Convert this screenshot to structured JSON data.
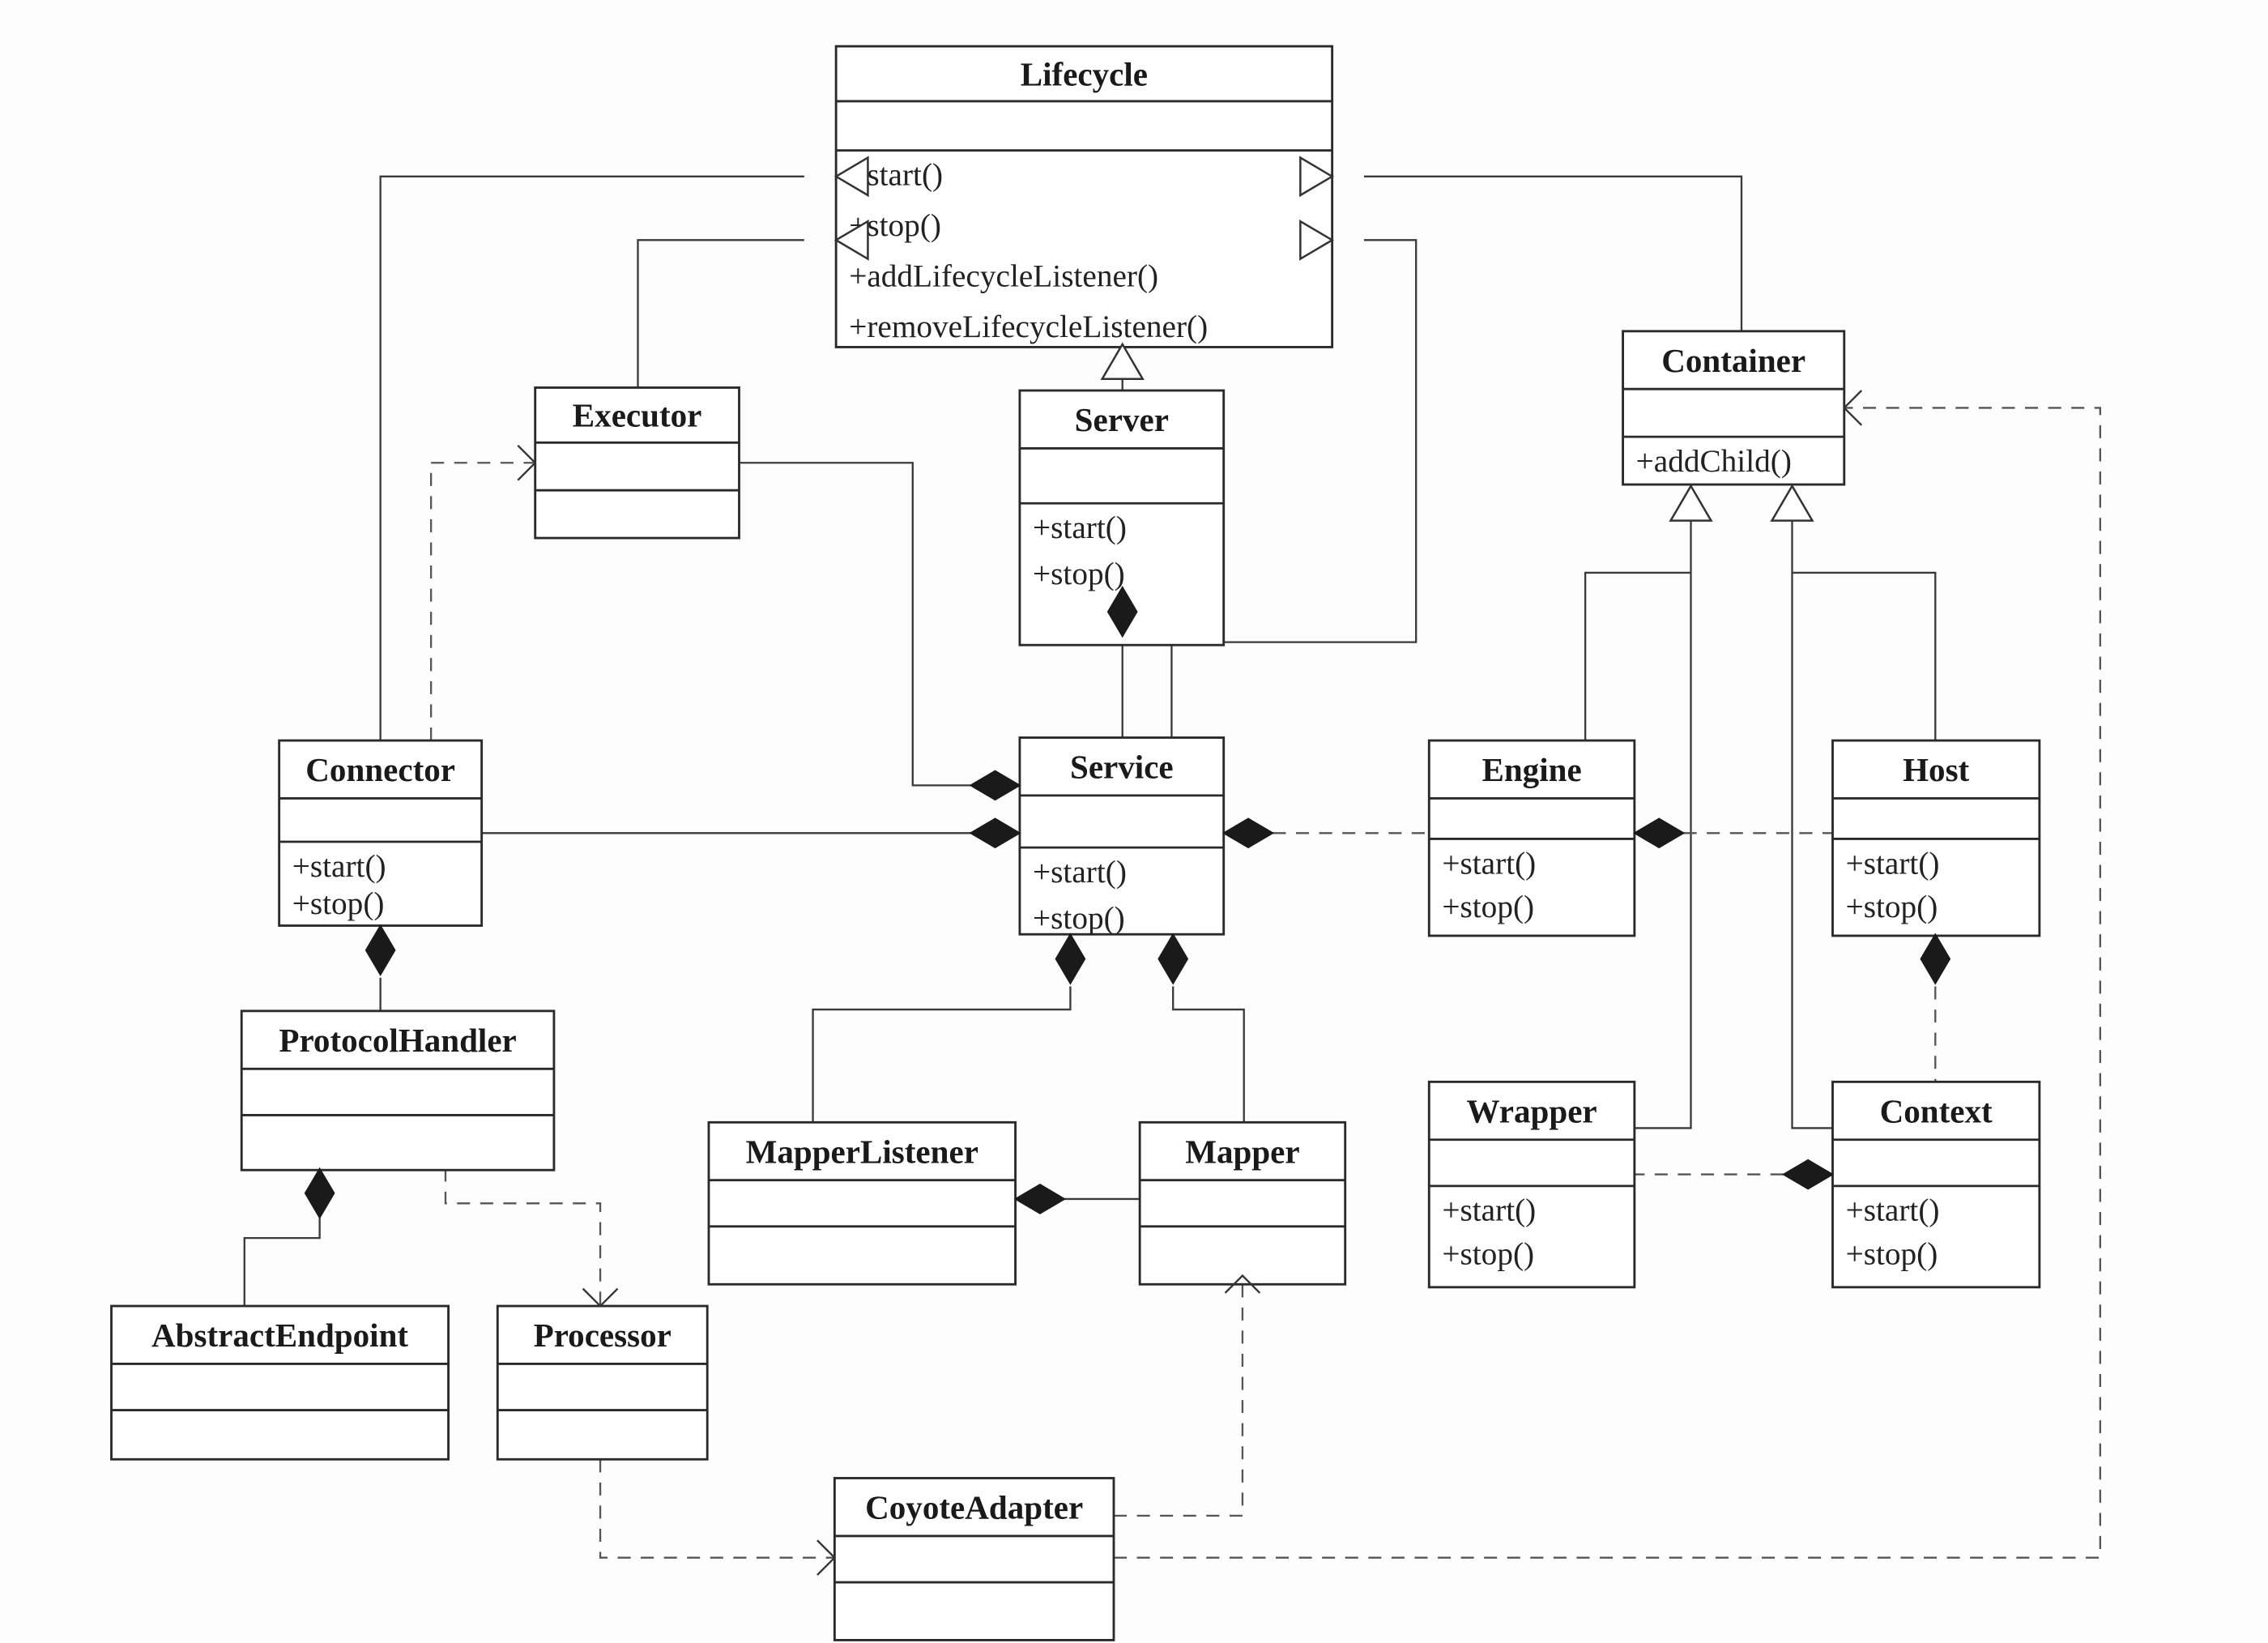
{
  "diagram": {
    "type": "uml-class-diagram",
    "classes": [
      {
        "id": "lifecycle",
        "name": "Lifecycle",
        "operations": [
          "+start()",
          "+stop()",
          "+addLifecycleListener()",
          "+removeLifecycleListener()"
        ]
      },
      {
        "id": "executor",
        "name": "Executor",
        "operations": []
      },
      {
        "id": "server",
        "name": "Server",
        "operations": [
          "+start()",
          "+stop()"
        ]
      },
      {
        "id": "container",
        "name": "Container",
        "operations": [
          "+addChild()"
        ]
      },
      {
        "id": "connector",
        "name": "Connector",
        "operations": [
          "+start()",
          "+stop()"
        ]
      },
      {
        "id": "service",
        "name": "Service",
        "operations": [
          "+start()",
          "+stop()"
        ]
      },
      {
        "id": "engine",
        "name": "Engine",
        "operations": [
          "+start()",
          "+stop()"
        ]
      },
      {
        "id": "host",
        "name": "Host",
        "operations": [
          "+start()",
          "+stop()"
        ]
      },
      {
        "id": "protocolhandler",
        "name": "ProtocolHandler",
        "operations": []
      },
      {
        "id": "mapperlistener",
        "name": "MapperListener",
        "operations": []
      },
      {
        "id": "mapper",
        "name": "Mapper",
        "operations": []
      },
      {
        "id": "wrapper",
        "name": "Wrapper",
        "operations": [
          "+start()",
          "+stop()"
        ]
      },
      {
        "id": "context",
        "name": "Context",
        "operations": [
          "+start()",
          "+stop()"
        ]
      },
      {
        "id": "abstractendpoint",
        "name": "AbstractEndpoint",
        "operations": []
      },
      {
        "id": "processor",
        "name": "Processor",
        "operations": []
      },
      {
        "id": "coyoteadapter",
        "name": "CoyoteAdapter",
        "operations": []
      }
    ],
    "relations": [
      {
        "from": "connector",
        "to": "lifecycle",
        "kind": "realization"
      },
      {
        "from": "executor",
        "to": "lifecycle",
        "kind": "realization"
      },
      {
        "from": "server",
        "to": "lifecycle",
        "kind": "realization"
      },
      {
        "from": "container",
        "to": "lifecycle",
        "kind": "realization"
      },
      {
        "from": "service",
        "to": "lifecycle",
        "kind": "realization"
      },
      {
        "from": "engine",
        "to": "container",
        "kind": "realization"
      },
      {
        "from": "wrapper",
        "to": "container",
        "kind": "realization"
      },
      {
        "from": "host",
        "to": "container",
        "kind": "realization"
      },
      {
        "from": "context",
        "to": "container",
        "kind": "realization"
      },
      {
        "from": "server",
        "to": "service",
        "kind": "composition",
        "whole": "server"
      },
      {
        "from": "service",
        "to": "executor",
        "kind": "composition",
        "whole": "service"
      },
      {
        "from": "service",
        "to": "connector",
        "kind": "composition",
        "whole": "service"
      },
      {
        "from": "service",
        "to": "engine",
        "kind": "composition",
        "whole": "service"
      },
      {
        "from": "engine",
        "to": "host",
        "kind": "composition",
        "whole": "engine"
      },
      {
        "from": "host",
        "to": "context",
        "kind": "composition",
        "whole": "host"
      },
      {
        "from": "context",
        "to": "wrapper",
        "kind": "composition",
        "whole": "context"
      },
      {
        "from": "service",
        "to": "mapperlistener",
        "kind": "composition",
        "whole": "service"
      },
      {
        "from": "service",
        "to": "mapper",
        "kind": "composition",
        "whole": "service"
      },
      {
        "from": "mapperlistener",
        "to": "mapper",
        "kind": "composition",
        "whole": "mapperlistener"
      },
      {
        "from": "connector",
        "to": "protocolhandler",
        "kind": "composition",
        "whole": "connector"
      },
      {
        "from": "protocolhandler",
        "to": "abstractendpoint",
        "kind": "composition",
        "whole": "protocolhandler"
      },
      {
        "from": "connector",
        "to": "executor",
        "kind": "dependency"
      },
      {
        "from": "protocolhandler",
        "to": "processor",
        "kind": "dependency"
      },
      {
        "from": "processor",
        "to": "coyoteadapter",
        "kind": "dependency"
      },
      {
        "from": "coyoteadapter",
        "to": "mapper",
        "kind": "dependency"
      },
      {
        "from": "coyoteadapter",
        "to": "container",
        "kind": "dependency"
      }
    ]
  }
}
